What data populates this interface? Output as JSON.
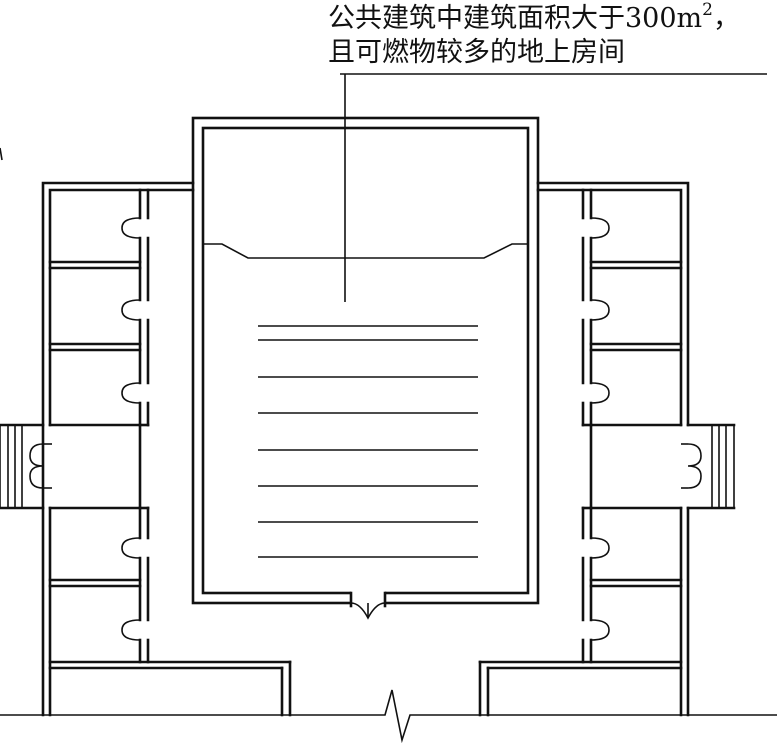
{
  "annotation": {
    "line1_text": "公共建筑中建筑面积大于300m",
    "line1_superscript": "2",
    "line1_trailing": "，",
    "line2": "且可燃物较多的地上房间"
  }
}
